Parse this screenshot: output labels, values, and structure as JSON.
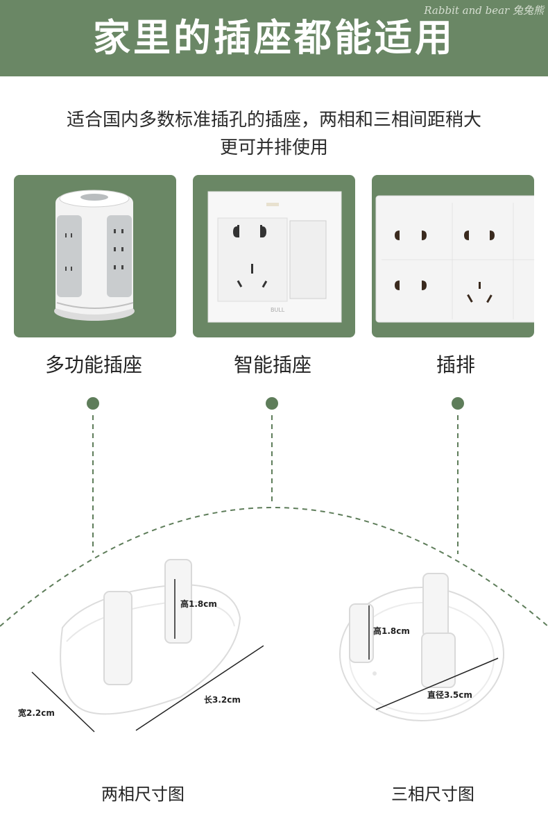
{
  "header": {
    "title": "家里的插座都能适用",
    "brand": "Rabbit and bear 兔兔熊"
  },
  "intro": {
    "line1": "适合国内多数标准插孔的插座，两相和三相间距稍大",
    "line2": "更可并排使用"
  },
  "socket_types": [
    {
      "label": "多功能插座"
    },
    {
      "label": "智能插座"
    },
    {
      "label": "插排"
    }
  ],
  "switch_brand": "BULL",
  "colors": {
    "accent": "#6a8765",
    "dot": "#5e7d5a",
    "text": "#222222"
  },
  "two_phase": {
    "height_label": "高1.8cm",
    "width_label": "宽2.2cm",
    "length_label": "长3.2cm",
    "caption": "两相尺寸图"
  },
  "three_phase": {
    "height_label": "高1.8cm",
    "diameter_label": "直径3.5cm",
    "caption": "三相尺寸图"
  }
}
